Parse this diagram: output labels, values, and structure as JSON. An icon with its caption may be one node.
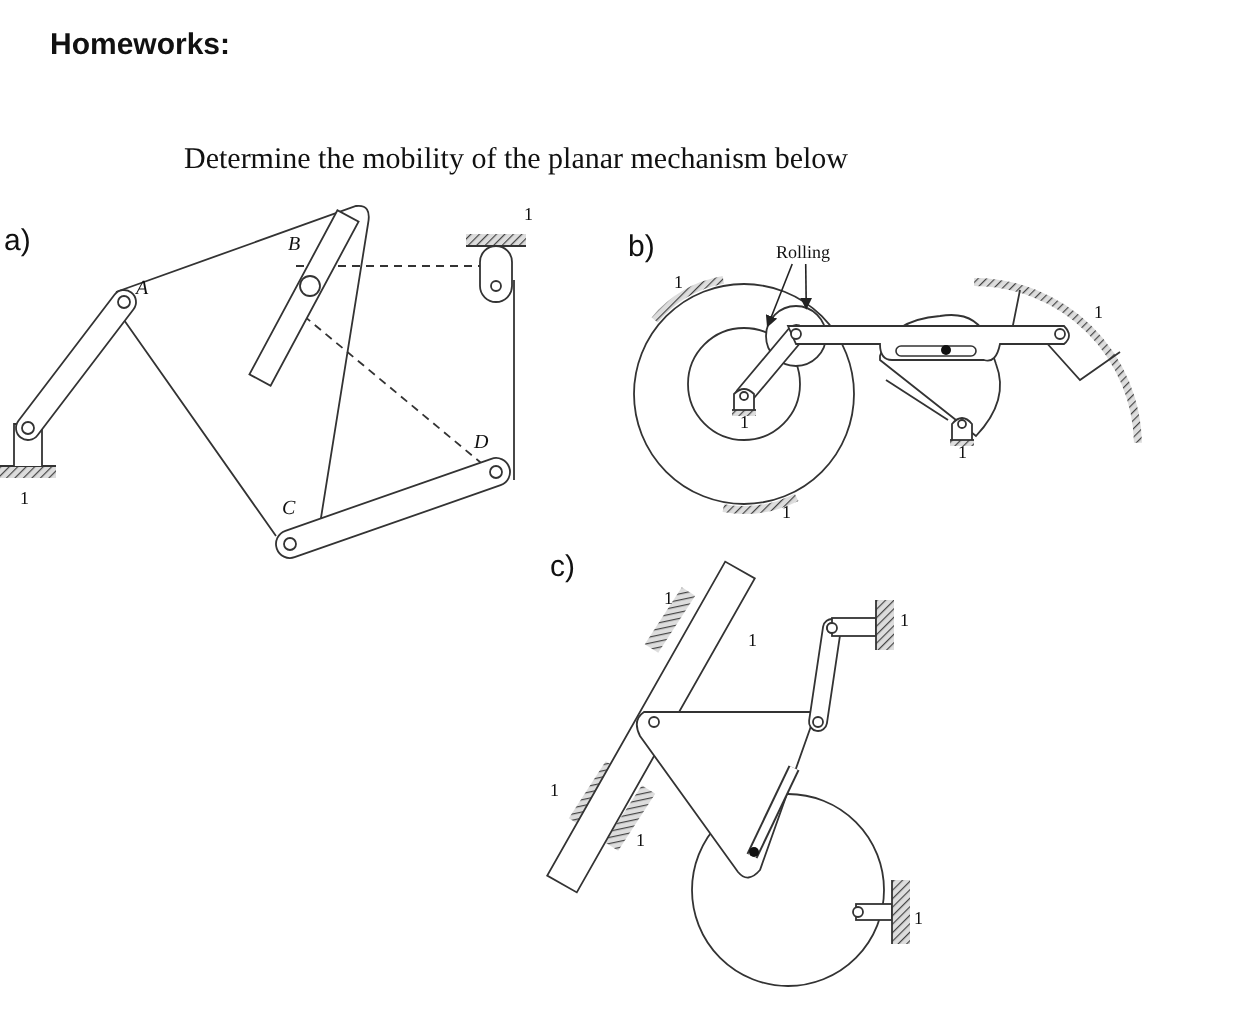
{
  "diagram": {
    "title": "Homeworks:",
    "nodes": [
      {
        "text": [
          "Rolling"
        ]
      },
      {
        "text": [],
        "shape": "circle"
      }
    ],
    "edges": [
      {
        "from": 0,
        "to": 1,
        "arrow": "to"
      },
      {
        "from": 0,
        "to": 1,
        "arrow": "to"
      }
    ],
    "labels": [
      "Determine the mobility of the planar mechanism below",
      "a)",
      "1",
      "A",
      "B",
      "D",
      "1",
      "C",
      "b)",
      "1",
      "1",
      "1",
      "1",
      "1",
      "c)",
      "1",
      "1",
      "1",
      "1",
      "1",
      "1"
    ]
  }
}
